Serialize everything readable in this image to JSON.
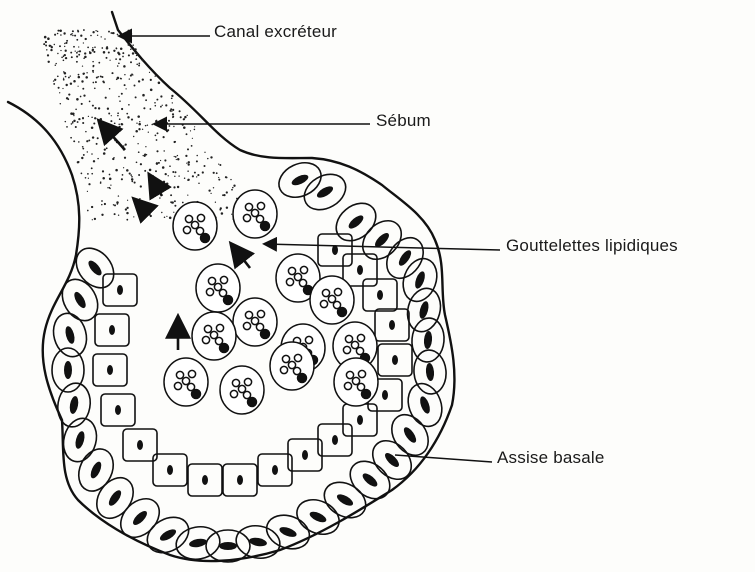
{
  "labels": {
    "canal_excreteur": "Canal excréteur",
    "sebum": "Sébum",
    "gouttelettes": "Gouttelettes lipidiques",
    "assise_basale": "Assise basale"
  }
}
